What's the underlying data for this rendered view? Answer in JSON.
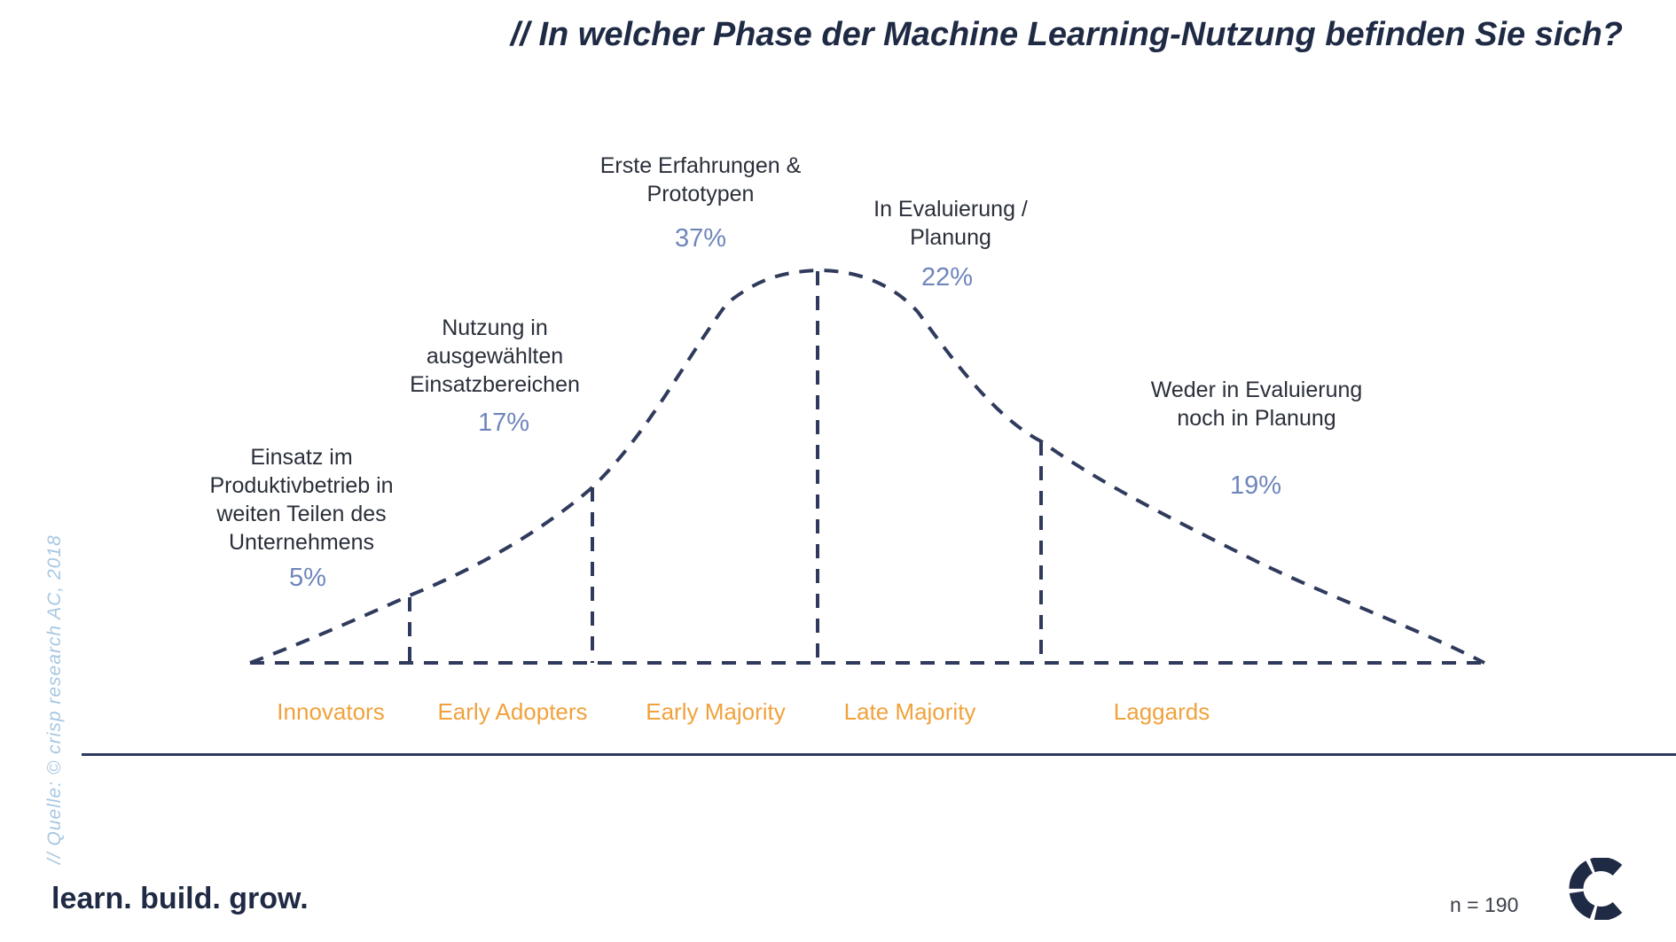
{
  "title": "// In welcher Phase der Machine Learning-Nutzung befinden Sie sich?",
  "segments": [
    {
      "lines": [
        "Einsatz im",
        "Produktivbetrieb in",
        "weiten Teilen des",
        "Unternehmens"
      ],
      "percent": "5%",
      "category": "Innovators",
      "value": 5
    },
    {
      "lines": [
        "Nutzung in",
        "ausgewählten",
        "Einsatzbereichen"
      ],
      "percent": "17%",
      "category": "Early Adopters",
      "value": 17
    },
    {
      "lines": [
        "Erste Erfahrungen &",
        "Prototypen"
      ],
      "percent": "37%",
      "category": "Early Majority",
      "value": 37
    },
    {
      "lines": [
        "In Evaluierung /",
        "Planung"
      ],
      "percent": "22%",
      "category": "Late Majority",
      "value": 22
    },
    {
      "lines": [
        "Weder in Evaluierung",
        "noch in Planung"
      ],
      "percent": "19%",
      "category": "Laggards",
      "value": 19
    }
  ],
  "source": "// Quelle: © crisp research AC, 2018",
  "tagline": "learn. build. grow.",
  "sample_size": "n = 190",
  "colors": {
    "curve": "#2f3a5c",
    "percent": "#6f86bb",
    "category": "#f0a23c",
    "source": "#a7c7e3",
    "title": "#1f2a44"
  },
  "icons": {
    "logo": "crisp-logo-icon"
  }
}
